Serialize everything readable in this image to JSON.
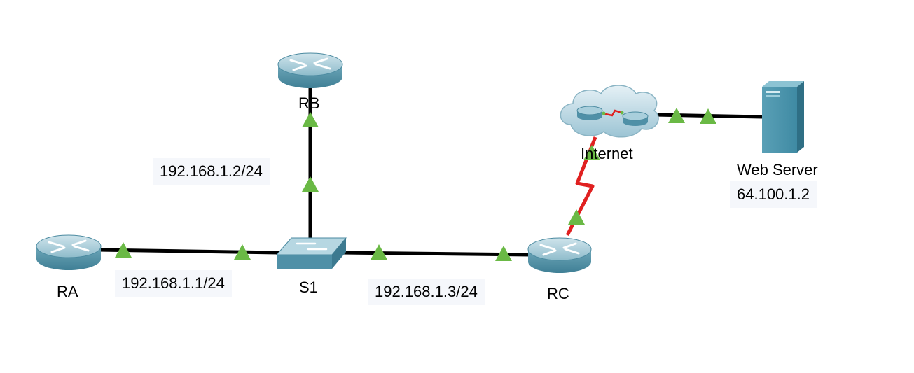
{
  "devices": {
    "ra": {
      "label": "RA"
    },
    "rb": {
      "label": "RB"
    },
    "rc": {
      "label": "RC"
    },
    "s1": {
      "label": "S1"
    },
    "internet": {
      "label": "Internet"
    },
    "web_server": {
      "label": "Web Server"
    }
  },
  "addresses": {
    "rb_link": "192.168.1.2/24",
    "ra_link": "192.168.1.1/24",
    "rc_link": "192.168.1.3/24",
    "web_server_ip": "64.100.1.2"
  },
  "colors": {
    "ethernet_link": "#000000",
    "serial_link": "#e02020",
    "link_status_up": "#6ab945",
    "device_body": "#6aa9bd",
    "ip_box_bg": "#f5f7fb"
  }
}
